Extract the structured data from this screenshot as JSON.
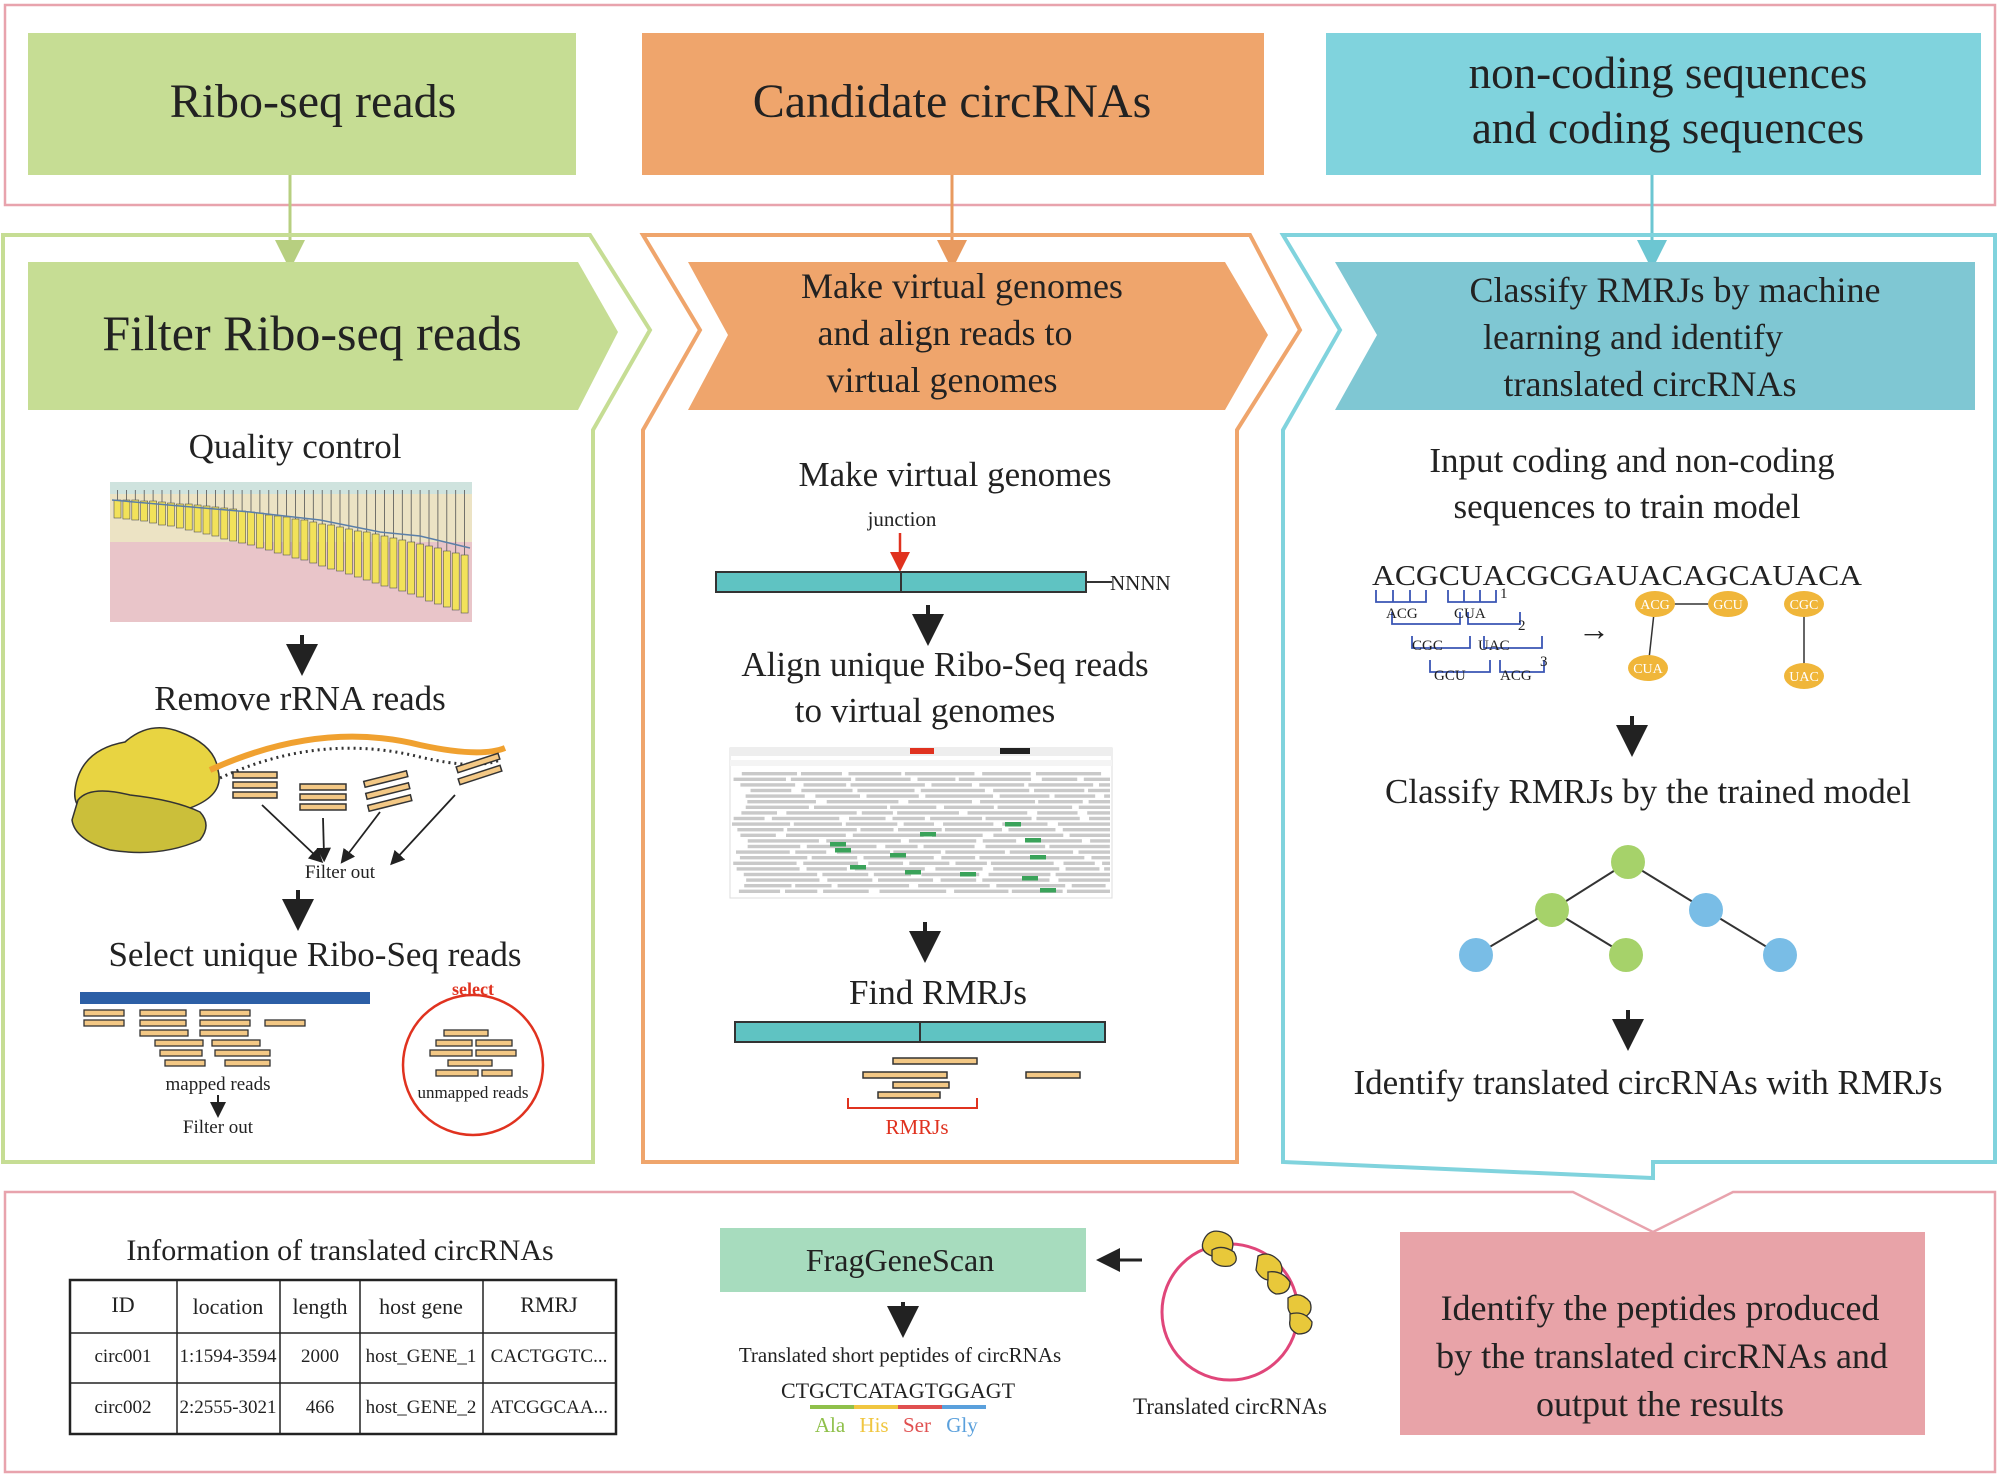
{
  "inputs": {
    "riboseq": "Ribo-seq reads",
    "candidates": "Candidate circRNAs",
    "sequences_line1": "non-coding sequences",
    "sequences_line2": "and coding sequences"
  },
  "panel1": {
    "title": "Filter Ribo-seq  reads",
    "step1": "Quality control",
    "step2": "Remove rRNA reads",
    "filter_out": "Filter out",
    "step3": "Select unique Ribo-Seq reads",
    "select": "select",
    "mapped_reads": "mapped reads",
    "mapped_filter_out": "Filter out",
    "unmapped_reads": "unmapped reads"
  },
  "panel2": {
    "title_line1": "Make virtual genomes",
    "title_line2": "and align reads to",
    "title_line3": "virtual genomes",
    "step1": "Make virtual genomes",
    "junction": "junction",
    "nnnn": "NNNN",
    "step2_line1": "Align unique Ribo-Seq reads",
    "step2_line2": "to virtual genomes",
    "step3": "Find RMRJs",
    "rmrjs": "RMRJs"
  },
  "panel3": {
    "title_line1": "Classify RMRJs by machine",
    "title_line2": "learning and identify",
    "title_line3": "translated circRNAs",
    "step1_line1": "Input coding and non-coding",
    "step1_line2": "sequences to train model",
    "sequence": "ACGCUACGCGAUACAGCAUACA",
    "kmers": [
      "ACG",
      "CUA",
      "CGC",
      "UAC",
      "GCU",
      "ACG"
    ],
    "kmer_counts": [
      "1",
      "2",
      "3"
    ],
    "arrow_symbol": "→",
    "nodes": [
      "ACG",
      "GCU",
      "CUA",
      "CGC",
      "UAC"
    ],
    "step2": "Classify RMRJs by the trained model",
    "step3": "Identify translated circRNAs with RMRJs"
  },
  "bottom": {
    "table_title": "Information of translated circRNAs",
    "table": {
      "headers": [
        "ID",
        "location",
        "length",
        "host gene",
        "RMRJ"
      ],
      "rows": [
        [
          "circ001",
          "1:1594-3594",
          "2000",
          "host_GENE_1",
          "CACTGGTC..."
        ],
        [
          "circ002",
          "2:2555-3021",
          "466",
          "host_GENE_2",
          "ATCGGCAA..."
        ]
      ]
    },
    "fraggenescan": "FragGeneScan",
    "peptides_label": "Translated short peptides of circRNAs",
    "peptide_seq": "CTGCTCATAGTGGAGT",
    "amino_acids": [
      "Ala",
      "His",
      "Ser",
      "Gly"
    ],
    "translated_circrnas": "Translated  circRNAs",
    "output_line1": "Identify the peptides produced",
    "output_line2": "by the translated circRNAs and",
    "output_line3": "output the results"
  },
  "colors": {
    "green": "#c6dd94",
    "orange": "#efa56c",
    "cyan": "#80d3dd",
    "teal_box": "#7fc7d3",
    "pink_border": "#e8a3ad",
    "pink_box": "#e8a3a8",
    "mint": "#a7dcbe",
    "yellow": "#f0ca40",
    "rmrj_red": "#e0321f",
    "tree_green": "#a6d26a",
    "tree_blue": "#79bde6"
  }
}
